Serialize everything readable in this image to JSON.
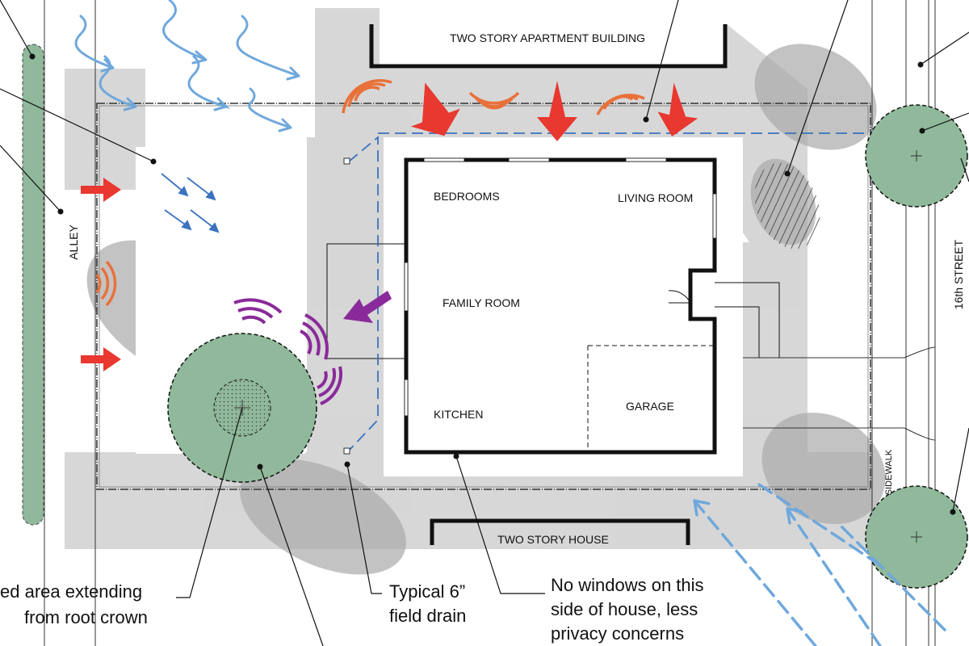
{
  "labels": {
    "apartment_building": "TWO STORY APARTMENT BUILDING",
    "two_story_house": "TWO STORY HOUSE",
    "alley": "ALLEY",
    "street": "16th STREET",
    "sidewalk": "SIDEWALK"
  },
  "rooms": {
    "bedrooms": "BEDROOMS",
    "living_room": "LIVING ROOM",
    "family_room": "FAMILY ROOM",
    "kitchen": "KITCHEN",
    "garage": "GARAGE"
  },
  "callouts": {
    "root_zone_line1": "ed area extending",
    "root_zone_line2": "from root crown",
    "field_drain_line1": "Typical 6”",
    "field_drain_line2": "field drain",
    "no_windows_line1": "No windows on this",
    "no_windows_line2": "side of house, less",
    "no_windows_line3": "privacy concerns"
  },
  "colors": {
    "tree_green": "#8fb99a",
    "shadow_gray": "#c9c9c9",
    "wind_blue": "#6fa8dc",
    "heat_red": "#e8382f",
    "noise_orange": "#e8713a",
    "noise_purple": "#8a2a9a",
    "drain_blue": "#3a72c0"
  }
}
